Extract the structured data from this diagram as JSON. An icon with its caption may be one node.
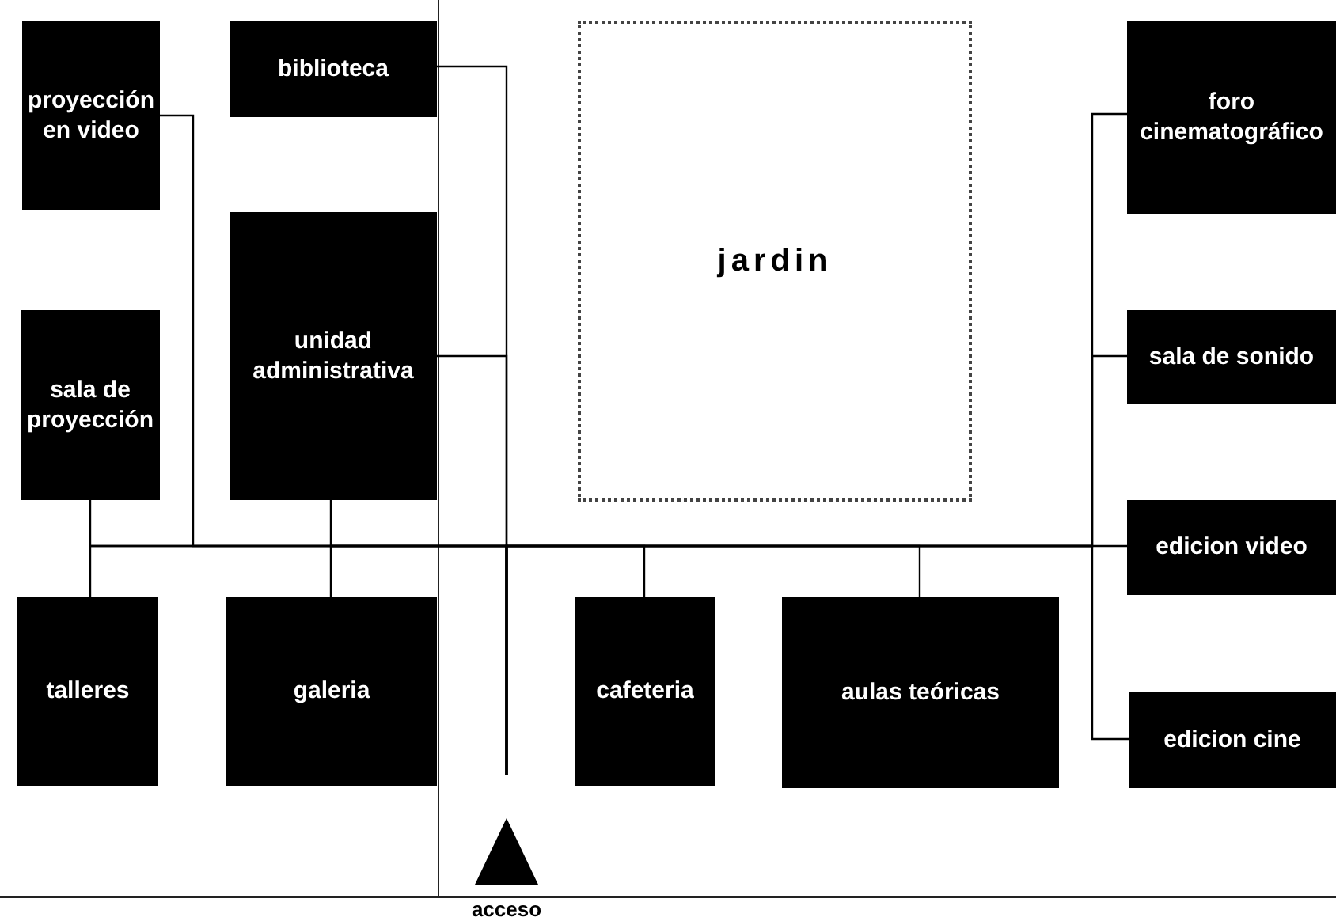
{
  "diagram": {
    "nodes": [
      {
        "text": [
          "proyección en video"
        ]
      },
      {
        "text": [
          "biblioteca"
        ]
      },
      {
        "text": [
          "jardin"
        ]
      },
      {
        "text": [
          "foro cinematográfico"
        ]
      },
      {
        "text": [
          "sala de proyección"
        ]
      },
      {
        "text": [
          "unidad administrativa"
        ]
      },
      {
        "text": [
          "sala de sonido"
        ]
      },
      {
        "text": [
          "edicion video"
        ]
      },
      {
        "text": [
          "talleres"
        ]
      },
      {
        "text": [
          "galeria"
        ]
      },
      {
        "text": [
          "cafeteria"
        ]
      },
      {
        "text": [
          "aulas teóricas"
        ]
      },
      {
        "text": [
          "edicion cine"
        ]
      },
      {
        "text": [
          "acceso"
        ]
      }
    ],
    "edges": [
      {
        "from": 13,
        "to": 1,
        "arrow": "none"
      },
      {
        "from": 13,
        "to": 5,
        "arrow": "none"
      },
      {
        "from": 13,
        "to": 0,
        "arrow": "none"
      },
      {
        "from": 13,
        "to": 4,
        "arrow": "none"
      },
      {
        "from": 13,
        "to": 8,
        "arrow": "none"
      },
      {
        "from": 13,
        "to": 5,
        "arrow": "none"
      },
      {
        "from": 13,
        "to": 9,
        "arrow": "none"
      },
      {
        "from": 13,
        "to": 10,
        "arrow": "none"
      },
      {
        "from": 13,
        "to": 11,
        "arrow": "none"
      },
      {
        "from": 13,
        "to": 7,
        "arrow": "none"
      },
      {
        "from": 13,
        "to": 3,
        "arrow": "none"
      },
      {
        "from": 13,
        "to": 6,
        "arrow": "none"
      },
      {
        "from": 13,
        "to": 12,
        "arrow": "none"
      }
    ]
  }
}
